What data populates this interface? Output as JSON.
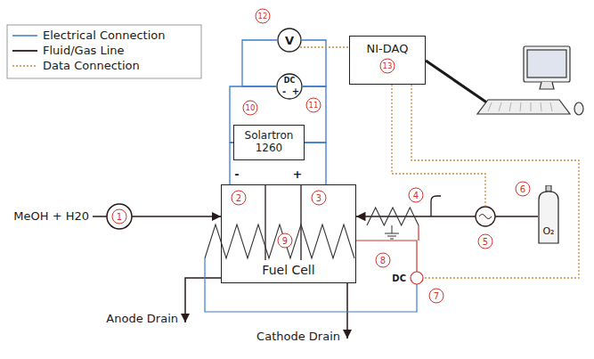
{
  "diagram": {
    "nodes": [
      {
        "text": [
          "V"
        ]
      },
      {
        "text": [
          "DC"
        ]
      },
      {
        "text": [
          "NI-DAQ"
        ]
      },
      {
        "text": [
          "Solartron 1260"
        ]
      },
      {
        "text": [
          "Fuel Cell"
        ]
      },
      {
        "text": [
          "O₂"
        ]
      }
    ],
    "edges": [
      {
        "from": 0,
        "to": 1,
        "arrow": "none"
      },
      {
        "from": 0,
        "to": 1,
        "arrow": "none"
      },
      {
        "from": 1,
        "to": 3,
        "arrow": "none"
      },
      {
        "from": 1,
        "to": 3,
        "arrow": "none"
      },
      {
        "from": 3,
        "to": 4,
        "arrow": "none"
      },
      {
        "from": 3,
        "to": 4,
        "arrow": "none"
      },
      {
        "from": 0,
        "to": 2,
        "arrow": "none"
      },
      {
        "from": 5,
        "to": 4,
        "arrow": "to"
      }
    ],
    "labels": [
      "1",
      "2",
      "3",
      "4",
      "5",
      "6",
      "7",
      "8",
      "9",
      "10",
      "11",
      "12",
      "13",
      "MeOH + H20",
      "-",
      "+",
      "-",
      "+",
      "DC",
      "Anode Drain",
      "Cathode Drain"
    ],
    "legend": [
      {
        "text": "Electrical Connection"
      },
      {
        "text": "Fluid/Gas Line"
      },
      {
        "text": "Data Connection"
      }
    ]
  }
}
